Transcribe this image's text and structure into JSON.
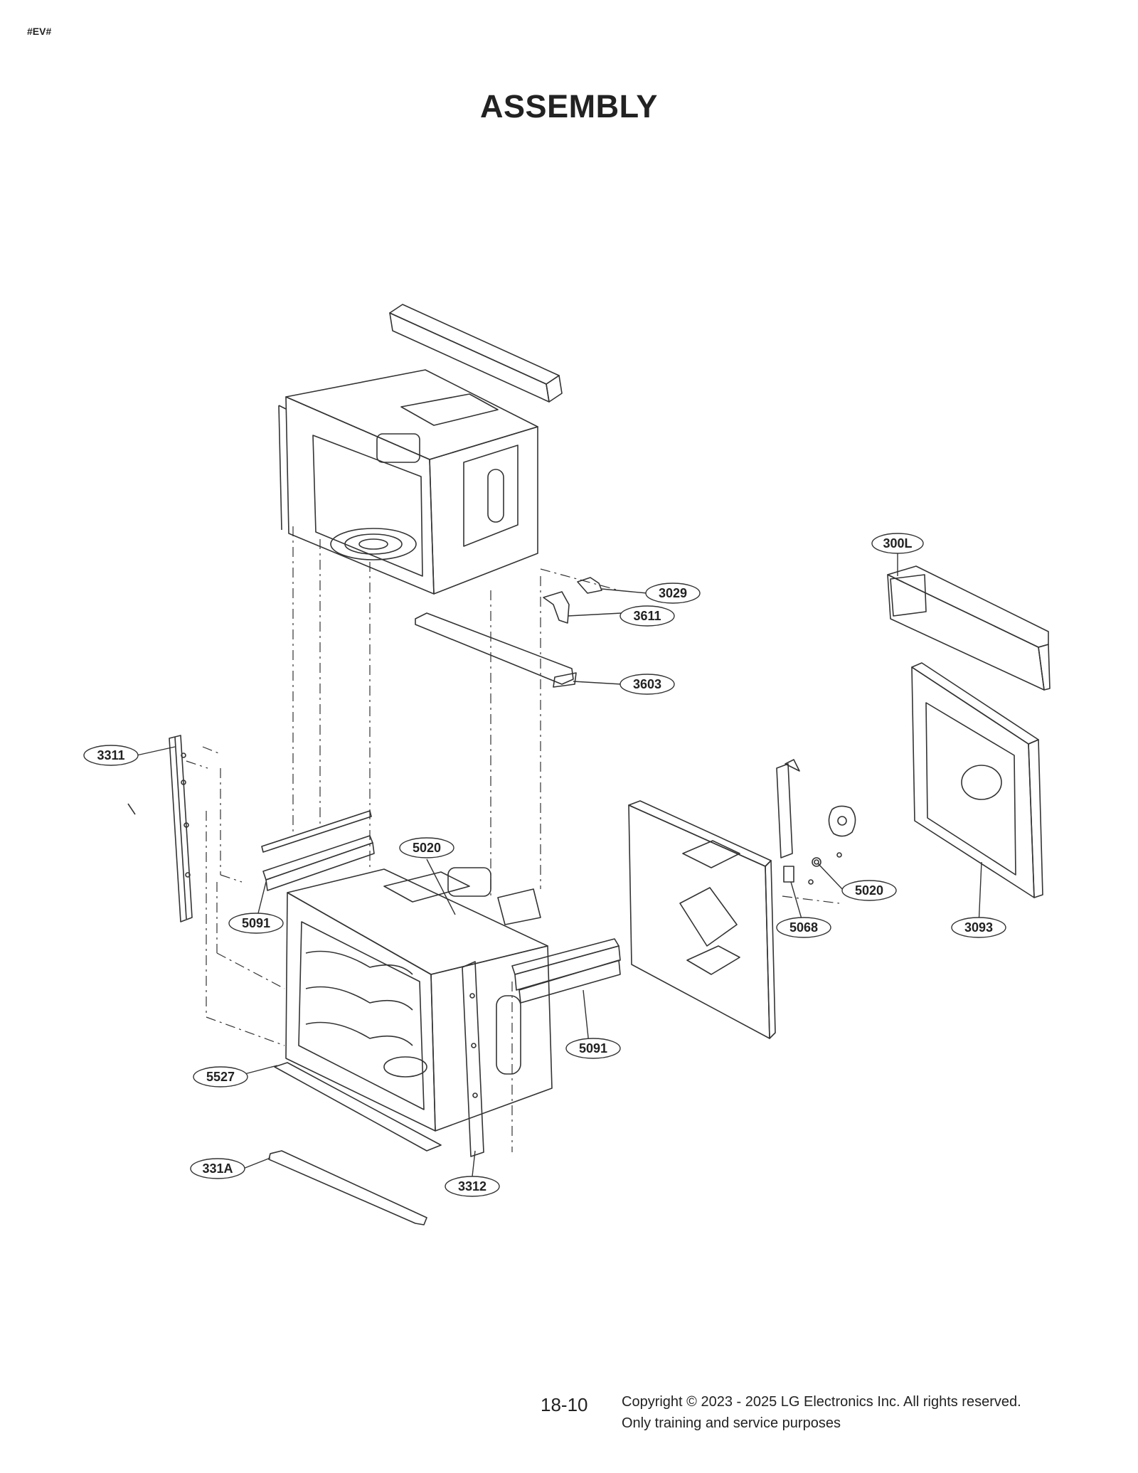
{
  "header": {
    "tag": "#EV#",
    "title": "ASSEMBLY"
  },
  "callouts": [
    {
      "id": "300L"
    },
    {
      "id": "3029"
    },
    {
      "id": "3611"
    },
    {
      "id": "3603"
    },
    {
      "id": "3311"
    },
    {
      "id": "5020"
    },
    {
      "id": "5091"
    },
    {
      "id": "5020"
    },
    {
      "id": "5068"
    },
    {
      "id": "3093"
    },
    {
      "id": "5091"
    },
    {
      "id": "5527"
    },
    {
      "id": "331A"
    },
    {
      "id": "3312"
    }
  ],
  "footer": {
    "page_number": "18-10",
    "copyright": "Copyright © 2023 - 2025 LG Electronics Inc. All rights reserved.",
    "note": "Only training and service purposes"
  }
}
